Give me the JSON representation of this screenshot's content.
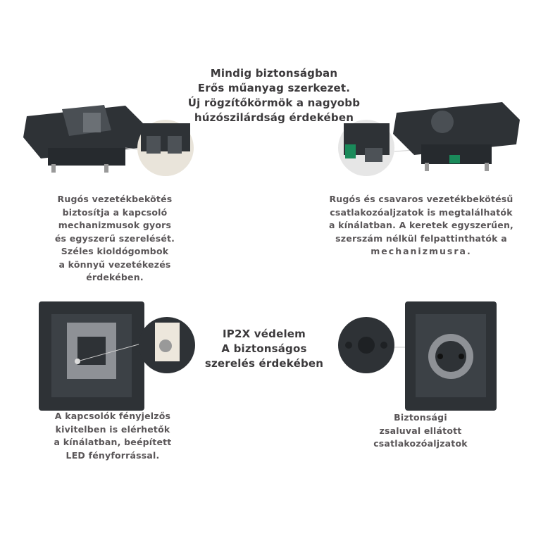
{
  "headline": [
    "Mindig biztonságban",
    "Erős műanyag szerkezet.",
    "Új rögzítőkörmök a nagyobb",
    "húzószilárdság érdekében"
  ],
  "top_left_text": [
    "Rugós vezetékbekötés",
    "biztosítja a kapcsoló",
    "mechanizmusok gyors",
    "és egyszerű szerelését.",
    "Széles kioldógombok",
    "a könnyű vezetékezés",
    "érdekében."
  ],
  "top_right_text": [
    "Rugós és csavaros vezetékbekötésű",
    "csatlakozóaljzatok is megtalálhatók",
    "a kínálatban. A keretek egyszerűen,",
    "szerszám nélkül felpattinthatók a",
    "mechanizmusra."
  ],
  "middle_text": [
    "IP2X védelem",
    "A biztonságos",
    "szerelés érdekében"
  ],
  "bottom_left_text": [
    "A kapcsolók fényjelzős",
    "kivitelben is elérhetők",
    "a kínálatban, beépített",
    "LED fényforrással."
  ],
  "bottom_right_text": [
    "Biztonsági",
    "zsaluval ellátott",
    "csatlakozóaljzatok"
  ],
  "colors": {
    "text": "#5a5658",
    "heading": "#3c3a3c",
    "device": "#2e3236",
    "accent_green": "#1a8a5a"
  }
}
